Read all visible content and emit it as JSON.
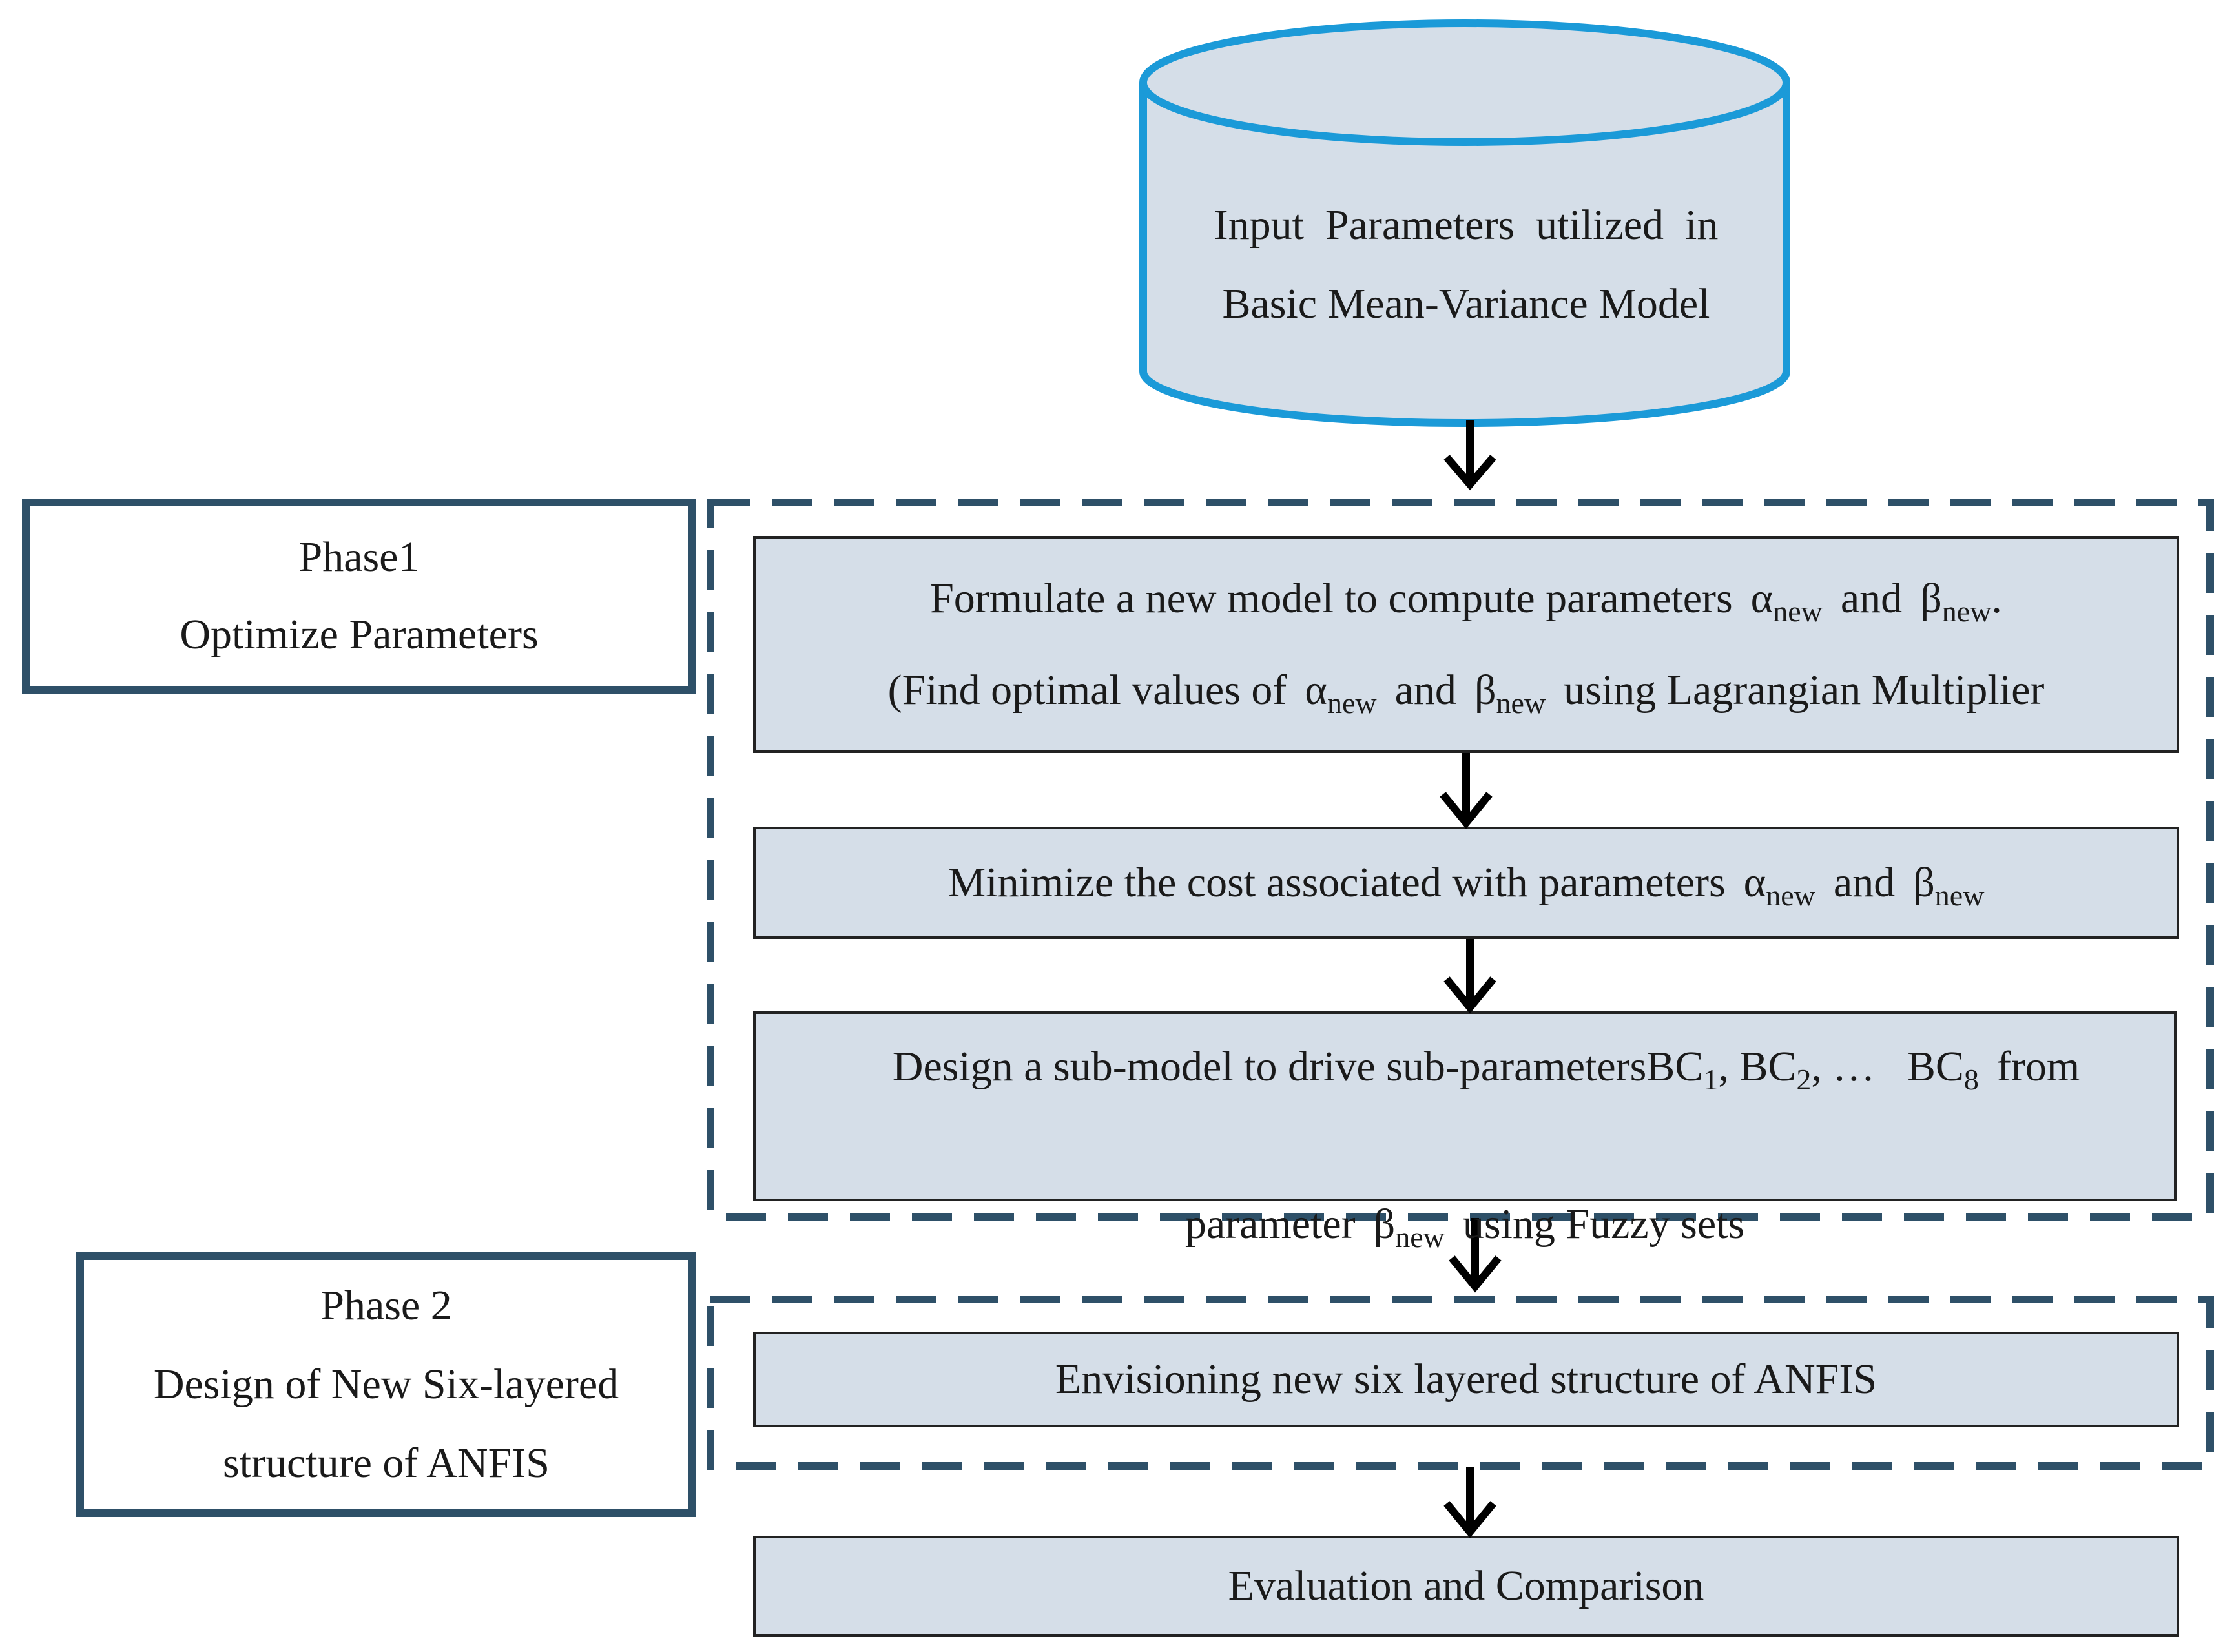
{
  "cylinder": {
    "line1": "Input  Parameters  utilized  in",
    "line2": "Basic Mean-Variance Model"
  },
  "phase1": {
    "title": "Phase1",
    "subtitle": "Optimize Parameters"
  },
  "phase2": {
    "title": "Phase 2",
    "line2": "Design of New Six-layered",
    "line3": "structure of ANFIS"
  },
  "step1": {
    "l1_prefix": "Formulate a new model to compute parameters",
    "l1_and": "and",
    "l1_end": ".",
    "l2_prefix": "(Find optimal values of",
    "l2_and": "and",
    "l2_suffix": "using Lagrangian Multiplier"
  },
  "step2": {
    "prefix": "Minimize the cost associated with parameters",
    "and": "and"
  },
  "step3": {
    "l1_prefix": "Design a sub-model to drive sub-parametersBC",
    "l1_s1": "1",
    "l1_mid1": ", BC",
    "l1_s2": "2",
    "l1_mid2": ", …   BC",
    "l1_s8": "8",
    "l1_suffix": "from",
    "l2_prefix": "parameter",
    "l2_suffix": "using Fuzzy sets"
  },
  "step4": {
    "text": "Envisioning new six layered structure of ANFIS"
  },
  "step5": {
    "text": "Evaluation and Comparison"
  },
  "symbols": {
    "alpha": "α",
    "beta": "β",
    "new": "new"
  },
  "colors": {
    "box_fill": "#d5dee8",
    "phase_border": "#2e5068",
    "cylinder_border": "#1b9ad8",
    "arrow": "#000000"
  }
}
